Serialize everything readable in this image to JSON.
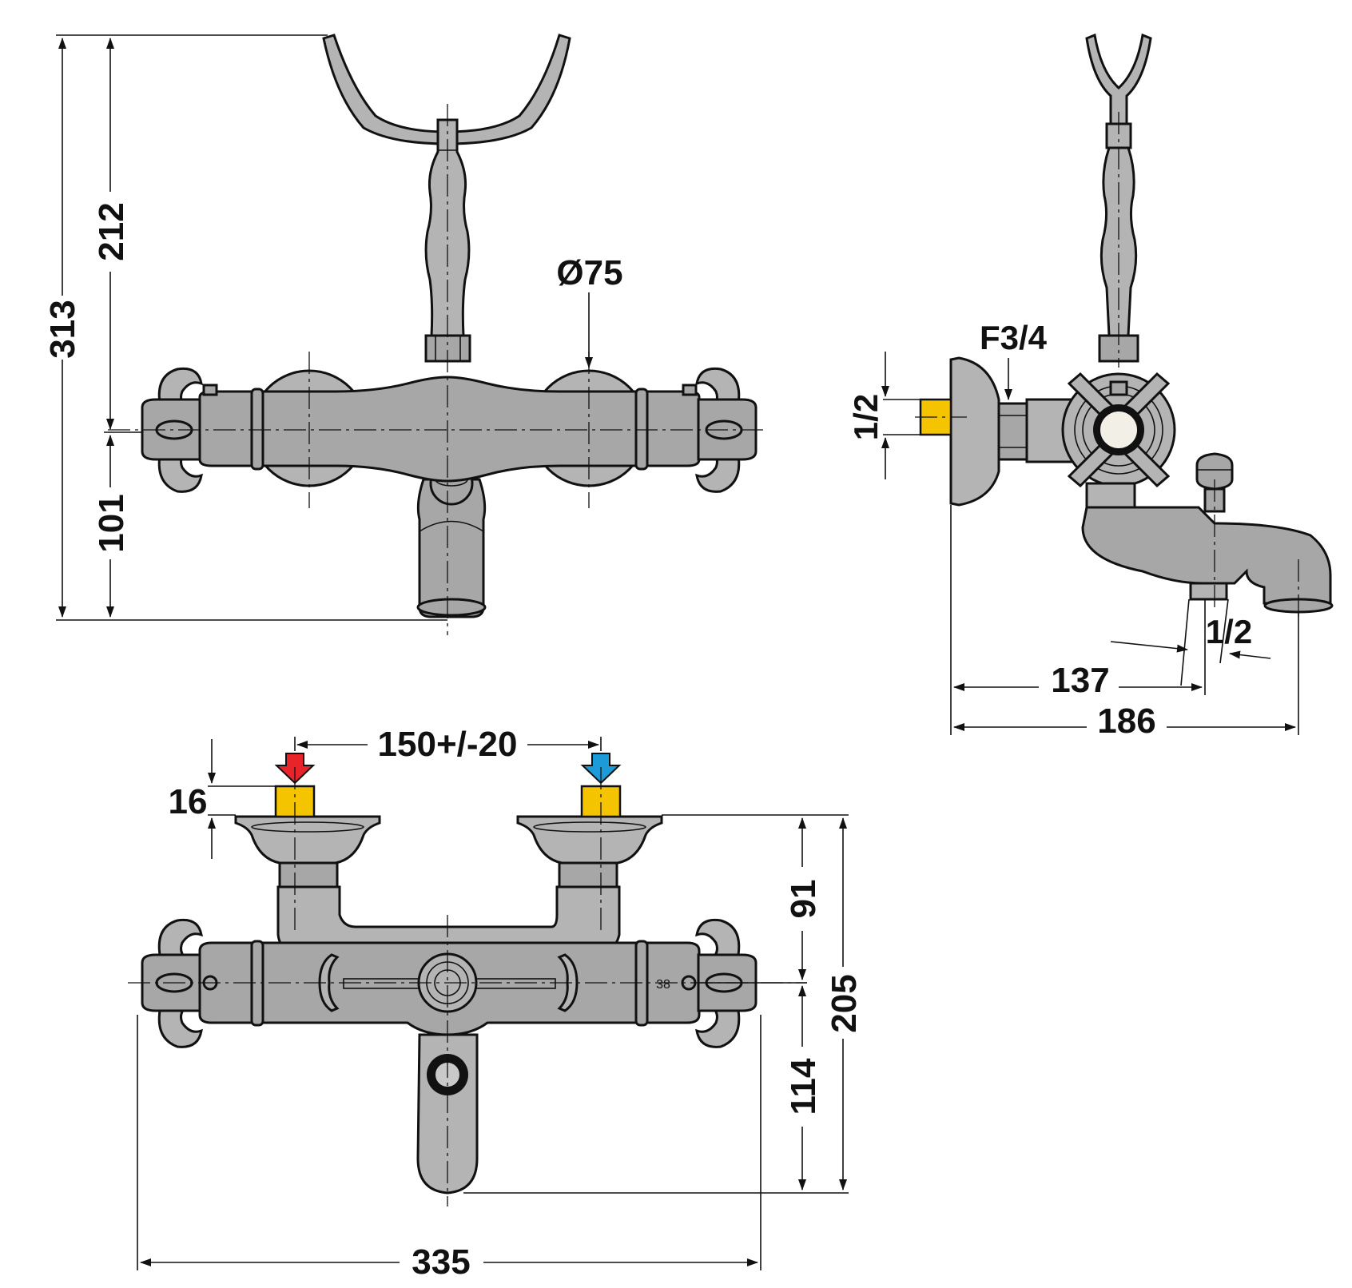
{
  "colors": {
    "hot_inlet": "#e8242a",
    "cold_inlet": "#1d9ad8",
    "connector": "#f5c400",
    "chrome": "#a7a7a7",
    "line": "#111111"
  },
  "front_view": {
    "dim_total_height": "313",
    "dim_upper_height": "212",
    "dim_lower_height": "101",
    "dim_diameter": "Ø75"
  },
  "side_view": {
    "thread_label": "F3/4",
    "inlet_thread": "1/2",
    "spout_thread": "1/2",
    "dim_spout_reach": "137",
    "dim_total_depth": "186"
  },
  "top_view": {
    "dim_inlet_spacing": "150+/-20",
    "dim_inlet_height": "16",
    "dim_upper_depth": "91",
    "dim_lower_depth": "114",
    "dim_total_depth": "205",
    "dim_total_width": "335",
    "temperature_mark": "38"
  }
}
